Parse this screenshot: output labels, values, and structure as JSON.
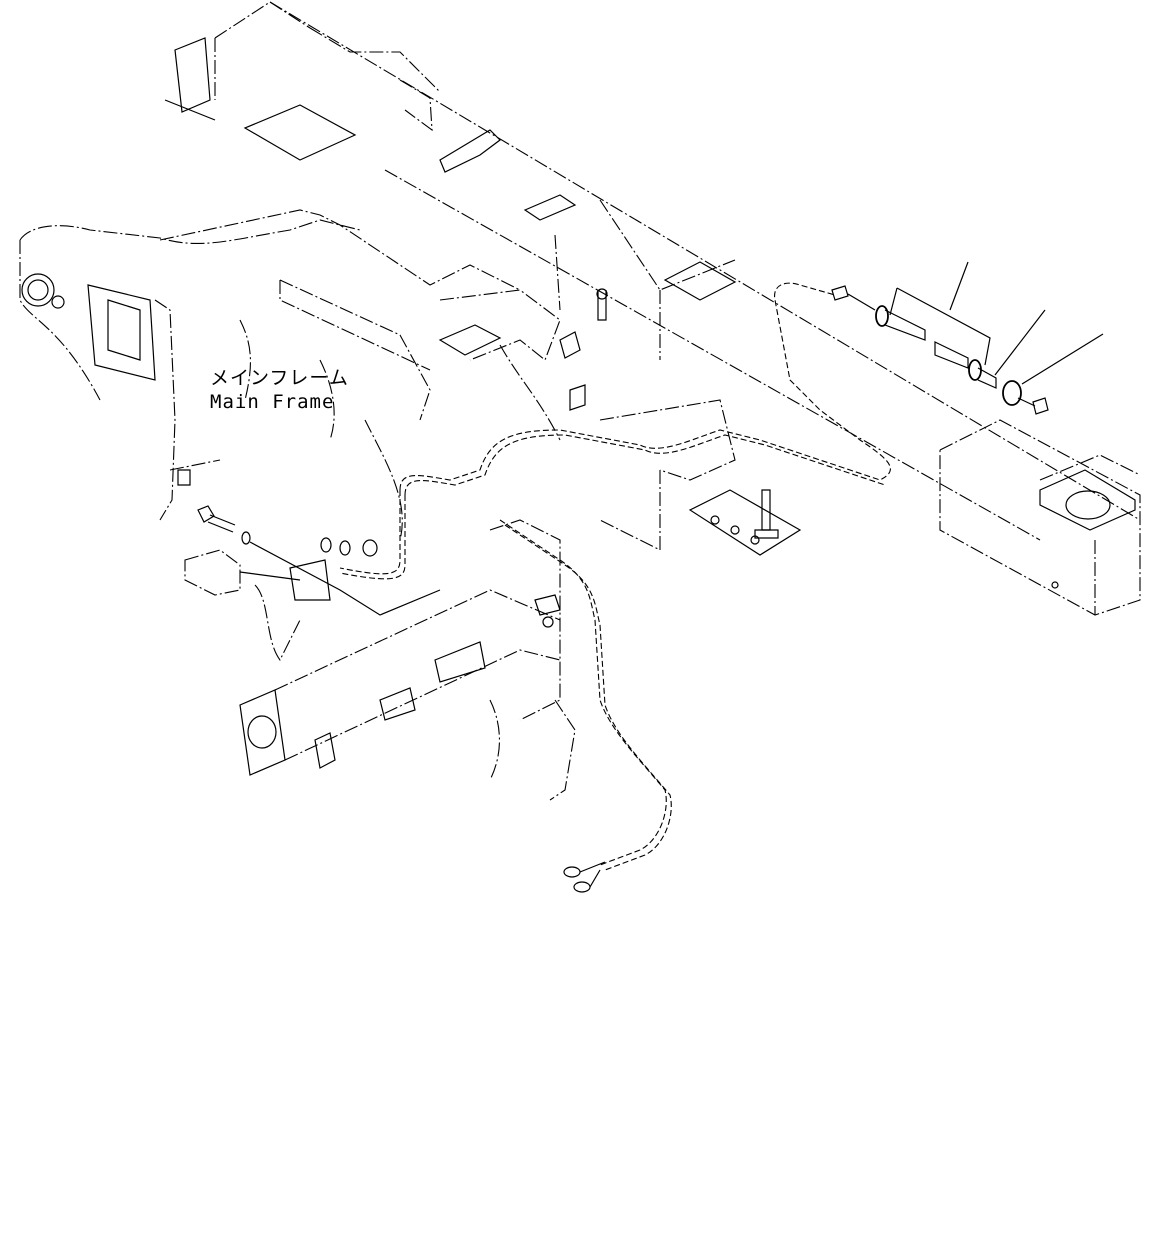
{
  "diagram": {
    "type": "parts-illustration",
    "subject": "Main frame wiring harness assembly",
    "labels": {
      "main_frame_jp": "メインフレーム",
      "main_frame_en": "Main Frame"
    },
    "callouts": [
      {
        "id": "callout-1",
        "target": "harness connector pair (upper right)",
        "number": ""
      },
      {
        "id": "callout-2",
        "target": "harness connector sleeve",
        "number": ""
      },
      {
        "id": "callout-3",
        "target": "cable clamp ring",
        "number": ""
      }
    ],
    "colors": {
      "background": "#ffffff",
      "line": "#000000"
    }
  }
}
